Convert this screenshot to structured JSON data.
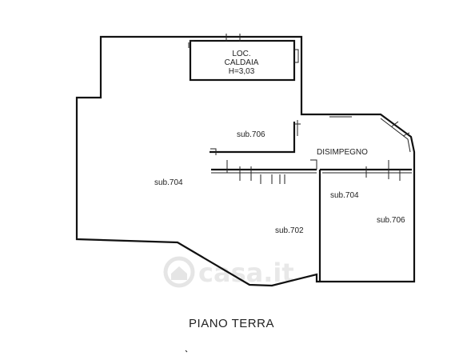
{
  "rooms": {
    "boiler_line1": "LOC.",
    "boiler_line2": "CALDAIA",
    "boiler_height": "H=3,03",
    "sub706_upper": "sub.706",
    "disimpegno": "DISIMPEGNO",
    "sub704_left": "sub.704",
    "sub704_right": "sub.704",
    "sub706_right": "sub.706",
    "sub702": "sub.702"
  },
  "watermark": {
    "text": "casa.it"
  },
  "caption": {
    "floor": "PIANO TERRA"
  }
}
